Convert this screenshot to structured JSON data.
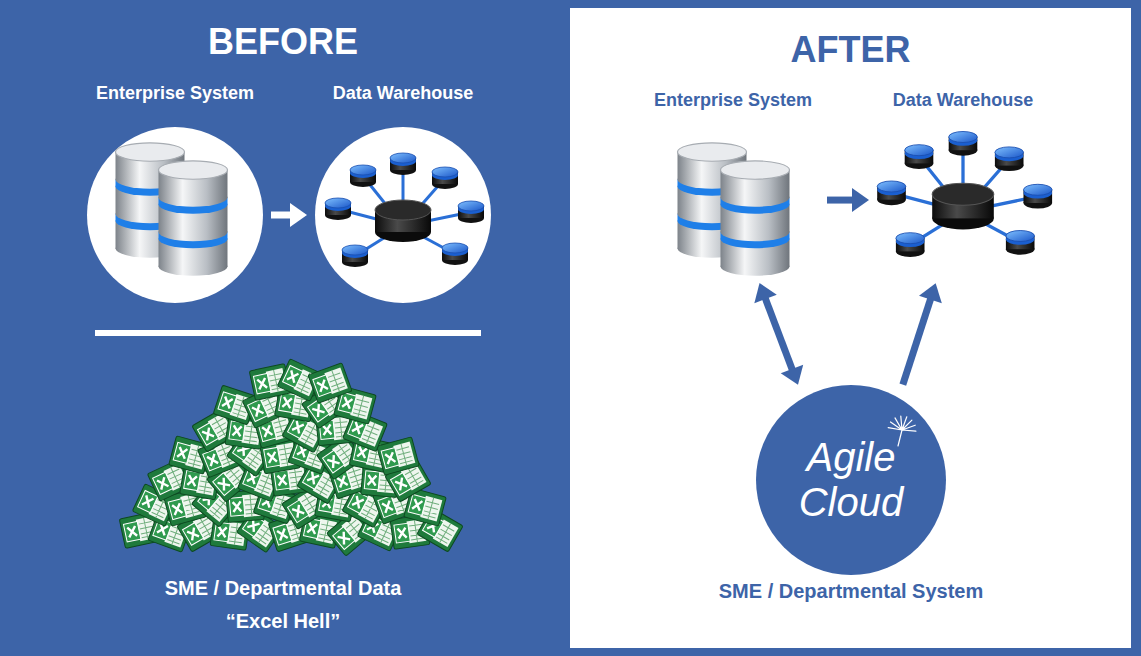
{
  "diagram": {
    "nodes": [
      {
        "text": [
          "BEFORE"
        ]
      },
      {
        "text": [
          "Enterprise System"
        ],
        "in": 0
      },
      {
        "text": [
          "Data Warehouse"
        ],
        "in": 0
      },
      {
        "text": [
          "AFTER"
        ]
      },
      {
        "text": [
          "Enterprise System"
        ],
        "in": 3
      },
      {
        "text": [
          "Data Warehouse"
        ],
        "in": 3
      },
      {
        "text": [
          "Agile Cloud",
          "SME / Departmental System"
        ],
        "in": 3
      }
    ],
    "edges": [
      {
        "from": 1,
        "to": 2,
        "arrow": "to"
      },
      {
        "from": 4,
        "to": 5,
        "arrow": "to"
      },
      {
        "from": 4,
        "to": 6,
        "arrow": "both"
      },
      {
        "from": 6,
        "to": 5,
        "arrow": "to"
      }
    ],
    "labels": [
      "SME / Departmental Data",
      "“Excel Hell”"
    ]
  }
}
